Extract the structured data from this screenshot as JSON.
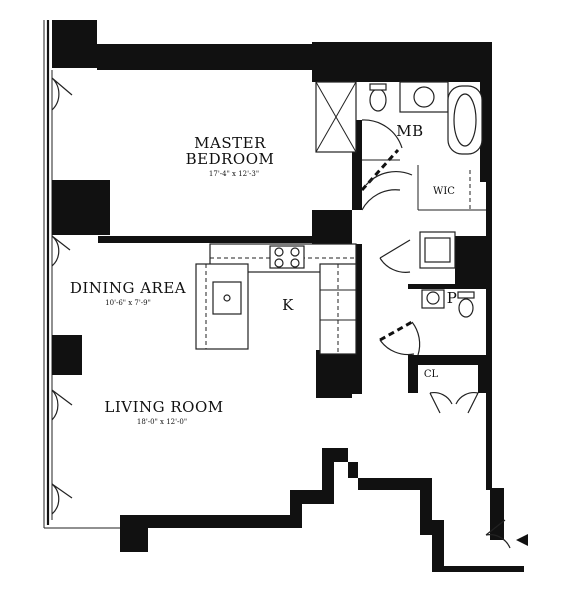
{
  "rooms": {
    "master_bedroom": {
      "line1": "MASTER",
      "line2": "BEDROOM",
      "dim": "17'-4\" x 12'-3\""
    },
    "mb": {
      "label": "MB"
    },
    "wic": {
      "label": "WIC"
    },
    "dining_area": {
      "label": "DINING AREA",
      "dim": "10'-6\" x 7'-9\""
    },
    "kitchen": {
      "label": "K"
    },
    "powder": {
      "label": "P"
    },
    "closet": {
      "label": "CL"
    },
    "living_room": {
      "label": "LIVING ROOM",
      "dim": "18'-0\" x 12'-0\""
    }
  }
}
